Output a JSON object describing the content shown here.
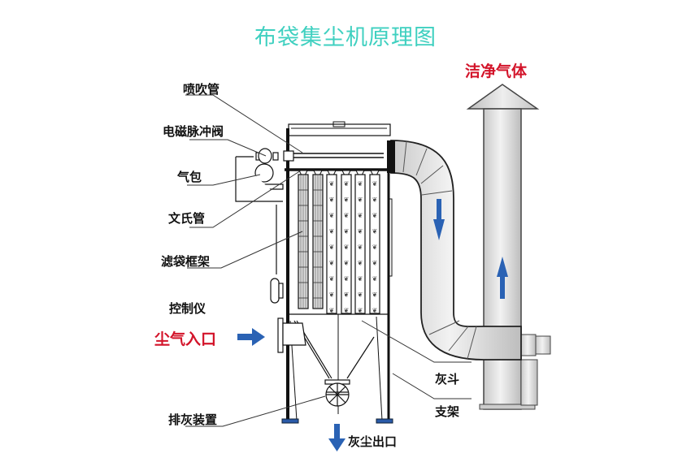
{
  "title": "布袋集尘机原理图",
  "labels": {
    "spray_pipe": "喷吹管",
    "solenoid_valve": "电磁脉冲阀",
    "air_bag": "气包",
    "venturi": "文氏管",
    "bag_frame": "滤袋框架",
    "controller": "控制仪",
    "dust_inlet": "尘气入口",
    "discharge_device": "排灰装置",
    "ash_hopper": "灰斗",
    "support": "支架",
    "dust_outlet": "灰尘出口",
    "clean_gas": "洁净气体"
  },
  "colors": {
    "title": "#3fd0c0",
    "highlight_text": "#d3142a",
    "flow_arrow": "#2a62b4",
    "footing": "#2a5aa8"
  },
  "icons": {
    "inlet_arrow": "arrow-right-icon",
    "outlet_arrow": "arrow-down-icon",
    "duct_arrow": "arrow-down-icon",
    "stack_arrow": "arrow-up-icon"
  }
}
